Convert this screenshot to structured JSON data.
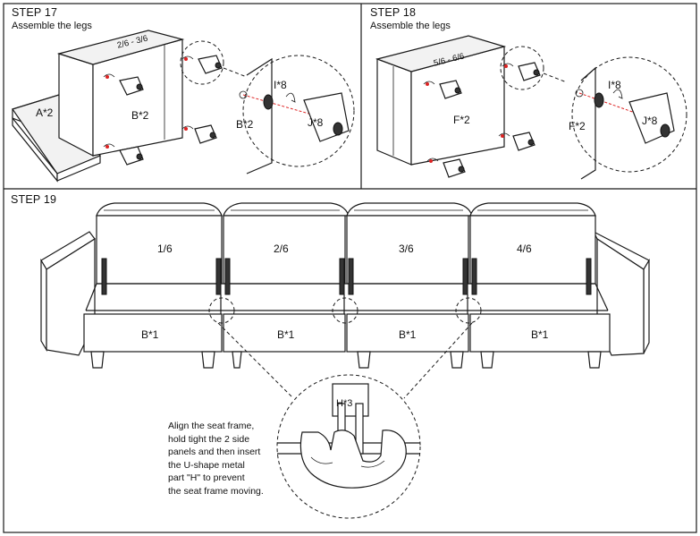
{
  "step17": {
    "title": "STEP 17",
    "subtitle": "Assemble the legs",
    "range_label": "2/6 - 3/6",
    "part_a": "A*2",
    "part_b": "B*2",
    "zoom_part_b": "B*2",
    "zoom_i": "I*8",
    "zoom_j": "J*8"
  },
  "step18": {
    "title": "STEP 18",
    "subtitle": "Assemble the legs",
    "range_label": "5/6 - 6/6",
    "part_f": "F*2",
    "zoom_part_f": "F*2",
    "zoom_i": "I*8",
    "zoom_j": "J*8"
  },
  "step19": {
    "title": "STEP 19",
    "back_labels": [
      "1/6",
      "2/6",
      "3/6",
      "4/6"
    ],
    "seat_labels": [
      "B*1",
      "B*1",
      "B*1",
      "B*1"
    ],
    "zoom_h": "H*3",
    "instruction_lines": [
      "Align the seat frame,",
      "hold tight the 2 side",
      "panels and then insert",
      "the U-shape metal",
      "part \"H\" to prevent",
      "the seat frame moving."
    ]
  }
}
